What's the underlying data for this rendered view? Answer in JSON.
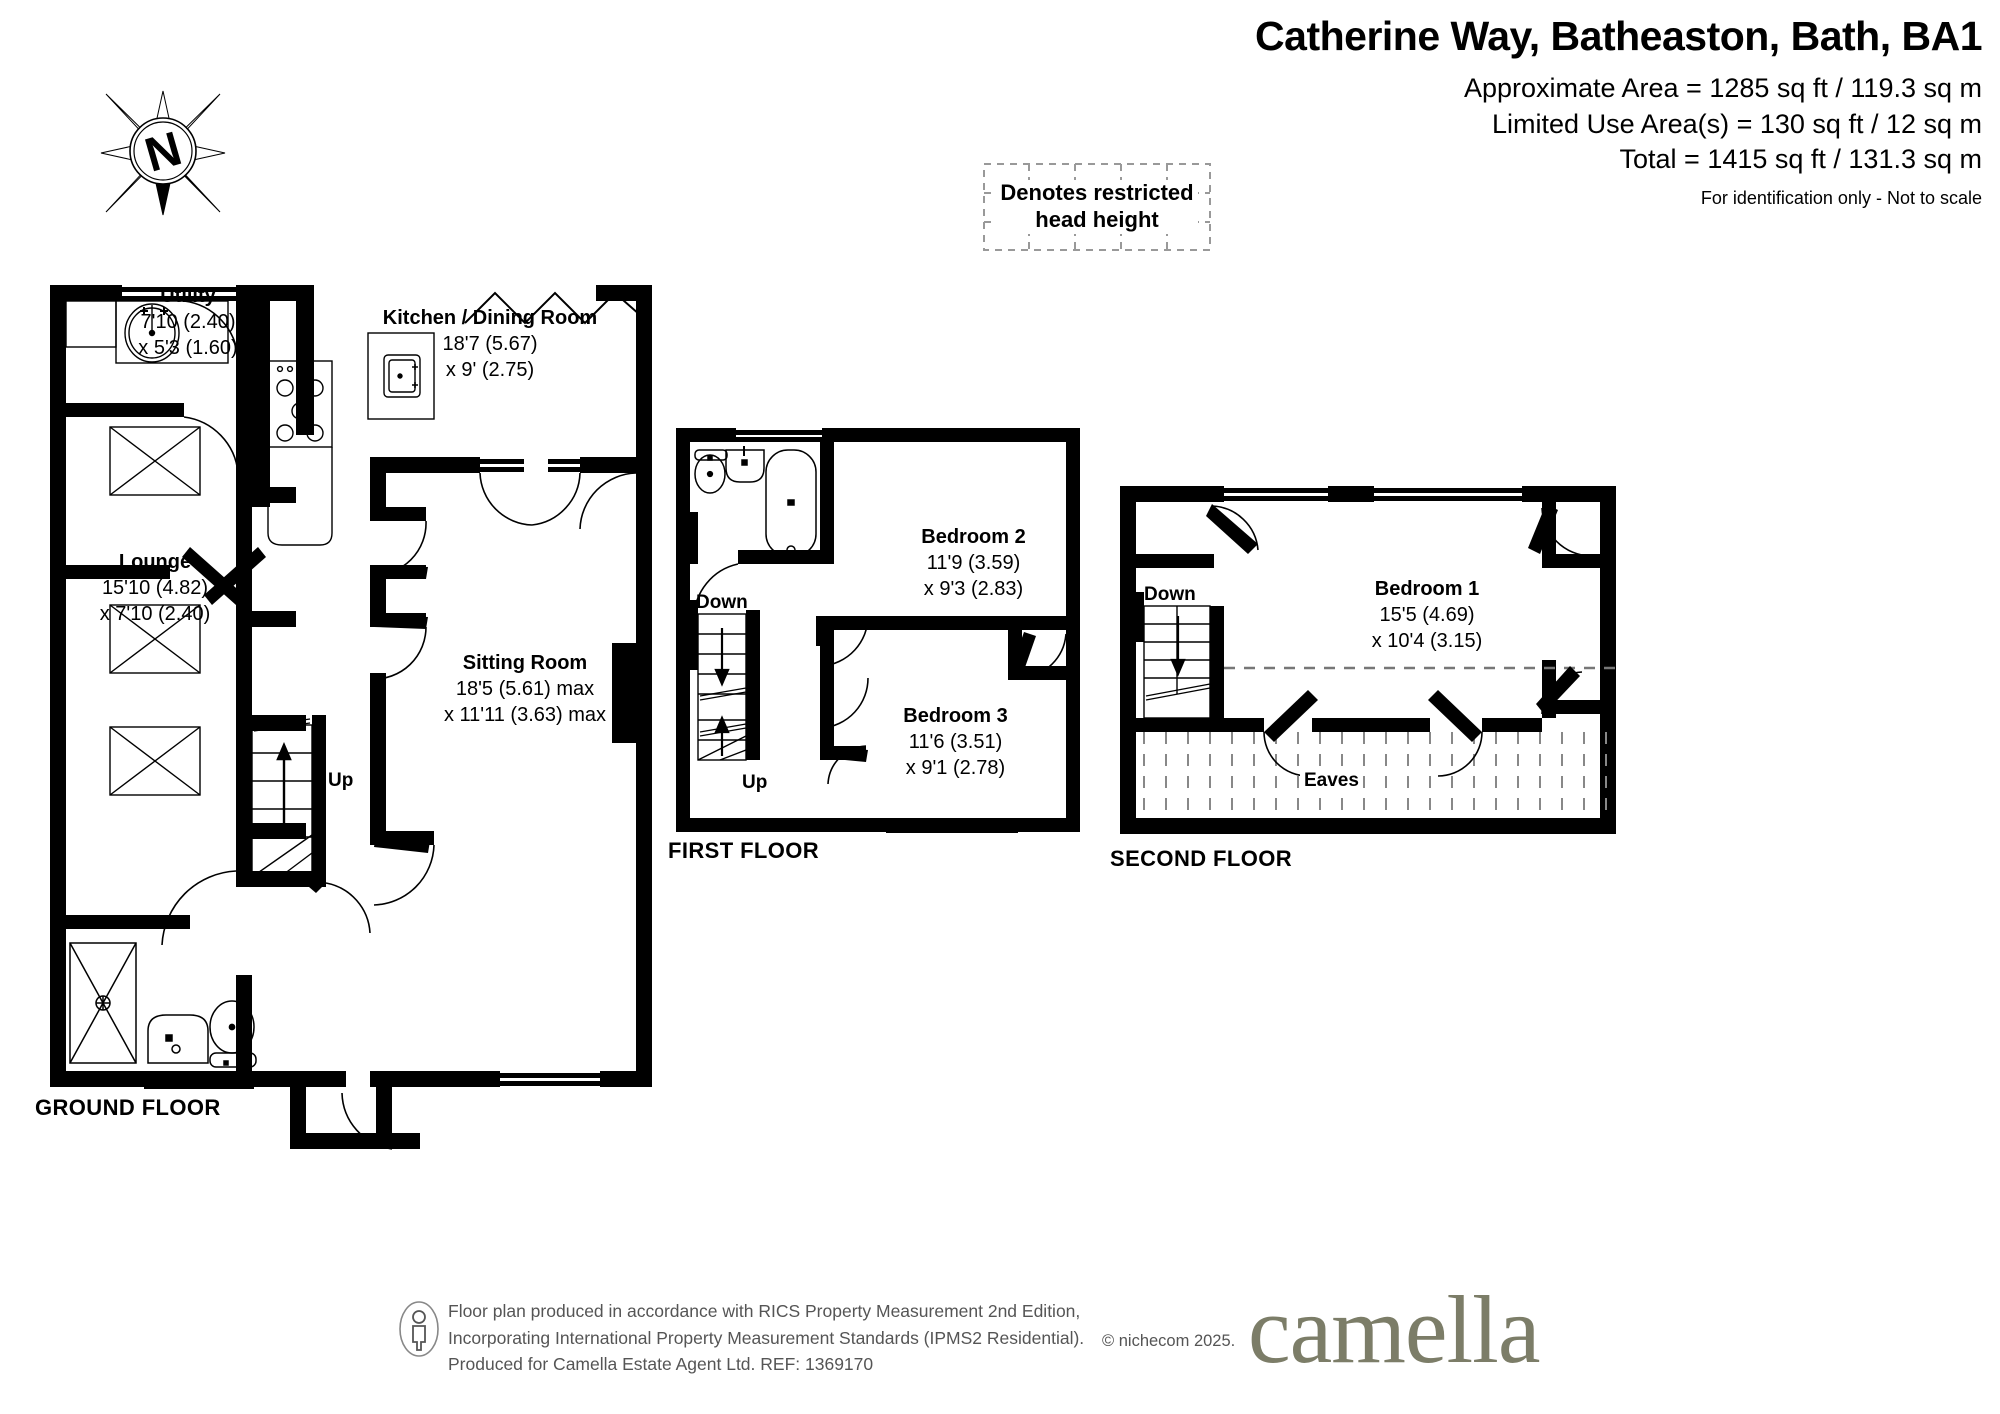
{
  "header": {
    "title": "Catherine Way, Batheaston, Bath, BA1",
    "approximate_area": "Approximate Area = 1285 sq ft / 119.3 sq m",
    "limited_use_area": "Limited Use Area(s) = 130 sq ft / 12 sq m",
    "total_area": "Total = 1415 sq ft / 131.3 sq m",
    "notice": "For identification only - Not to scale"
  },
  "compass": {
    "north_label": "N"
  },
  "legend": {
    "restricted_head_height": "Denotes restricted\nhead height",
    "line1": "Denotes restricted",
    "line2": "head height"
  },
  "floors": [
    {
      "id": "ground",
      "label": "GROUND FLOOR",
      "rooms": [
        {
          "name": "Utility",
          "dim1": "7'10 (2.40)",
          "dim2": "x 5'3 (1.60)"
        },
        {
          "name": "Kitchen / Dining Room",
          "dim1": "18'7 (5.67)",
          "dim2": "x 9' (2.75)"
        },
        {
          "name": "Lounge",
          "dim1": "15'10 (4.82)",
          "dim2": "x 7'10 (2.40)"
        },
        {
          "name": "Sitting Room",
          "dim1": "18'5 (5.61) max",
          "dim2": "x 11'11 (3.63) max"
        }
      ],
      "stair_tags": [
        {
          "text": "Up"
        }
      ]
    },
    {
      "id": "first",
      "label": "FIRST FLOOR",
      "rooms": [
        {
          "name": "Bedroom 2",
          "dim1": "11'9 (3.59)",
          "dim2": "x 9'3 (2.83)"
        },
        {
          "name": "Bedroom 3",
          "dim1": "11'6 (3.51)",
          "dim2": "x 9'1 (2.78)"
        }
      ],
      "stair_tags": [
        {
          "text": "Down"
        },
        {
          "text": "Up"
        }
      ]
    },
    {
      "id": "second",
      "label": "SECOND FLOOR",
      "rooms": [
        {
          "name": "Bedroom 1",
          "dim1": "15'5 (4.69)",
          "dim2": "x 10'4 (3.15)"
        },
        {
          "name": "Eaves",
          "dim1": "",
          "dim2": ""
        }
      ],
      "stair_tags": [
        {
          "text": "Down"
        }
      ]
    }
  ],
  "footer": {
    "disclaimer_line1": "Floor plan produced in accordance with RICS Property Measurement 2nd Edition,",
    "disclaimer_line2": "Incorporating International Property Measurement Standards (IPMS2 Residential).",
    "disclaimer_line3": "Produced for Camella Estate Agent Ltd.   REF: 1369170",
    "copyright": "© nichecom 2025.",
    "brand": "camella"
  },
  "colors": {
    "wall": "#000000",
    "background": "#ffffff",
    "brand": "#7c7d68",
    "muted_text": "#555555",
    "hatch": "#888888"
  }
}
